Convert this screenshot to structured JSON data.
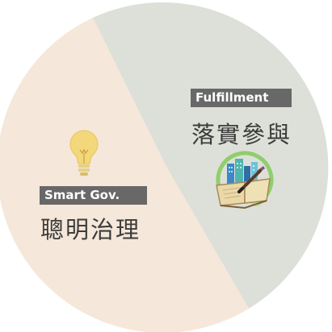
{
  "segments": [
    {
      "id": "fulfillment",
      "tag": "Fulfillment",
      "title": "落實參與",
      "icon": "book-city-pen-icon",
      "color": "#dde0d8"
    },
    {
      "id": "smart-gov",
      "tag": "Smart Gov.",
      "title": "聰明治理",
      "icon": "lightbulb-icon",
      "color": "#f5e7d9"
    }
  ],
  "colors": {
    "tag_bg": "#686868",
    "tag_text": "#ffffff",
    "title_text": "#3c3c3c",
    "bulb_yellow": "#f3d77b",
    "icon_green": "#8fce6d",
    "icon_blue": "#3b88c8",
    "icon_teal": "#4fb5ad",
    "book_beige": "#ead9a8"
  }
}
